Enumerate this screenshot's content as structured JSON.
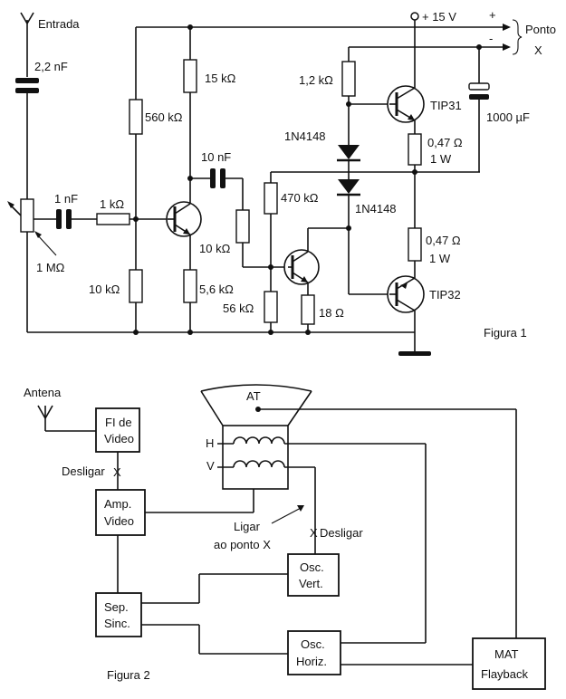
{
  "figure1": {
    "caption": "Figura 1",
    "supply": "+ 15 V",
    "plus": "+",
    "minus": "-",
    "ponto": "Ponto",
    "x": "X",
    "entrada": "Entrada",
    "c_in": "2,2 nF",
    "c1": "1 nF",
    "r_1k": "1 kΩ",
    "pot": "1 MΩ",
    "r_560k": "560 kΩ",
    "r_10k_a": "10 kΩ",
    "r_15k": "15 kΩ",
    "r_5k6": "5,6 kΩ",
    "c_10n": "10 nF",
    "r_10k_b": "10 kΩ",
    "r_470k": "470 kΩ",
    "r_56k": "56 kΩ",
    "r_18": "18 Ω",
    "r_1k2": "1,2 kΩ",
    "d1": "1N4148",
    "d2": "1N4148",
    "q_tip31": "TIP31",
    "q_tip32": "TIP32",
    "r_047a": "0,47 Ω",
    "w_a": "1 W",
    "r_047b": "0,47 Ω",
    "w_b": "1 W",
    "c_out": "1000 µF"
  },
  "figure2": {
    "caption": "Figura 2",
    "antena": "Antena",
    "fi_line1": "FI de",
    "fi_line2": "Video",
    "desligar1": "Desligar",
    "x1": "X",
    "amp_line1": "Amp.",
    "amp_line2": "Video",
    "at": "AT",
    "h": "H",
    "v": "V",
    "ligar": "Ligar",
    "ao_ponto": "ao ponto X",
    "x2": "X",
    "desligar2": "Desligar",
    "vert_line1": "Osc.",
    "vert_line2": "Vert.",
    "sep_line1": "Sep.",
    "sep_line2": "Sinc.",
    "horiz_line1": "Osc.",
    "horiz_line2": "Horiz.",
    "mat_line1": "MAT",
    "mat_line2": "Flayback"
  }
}
